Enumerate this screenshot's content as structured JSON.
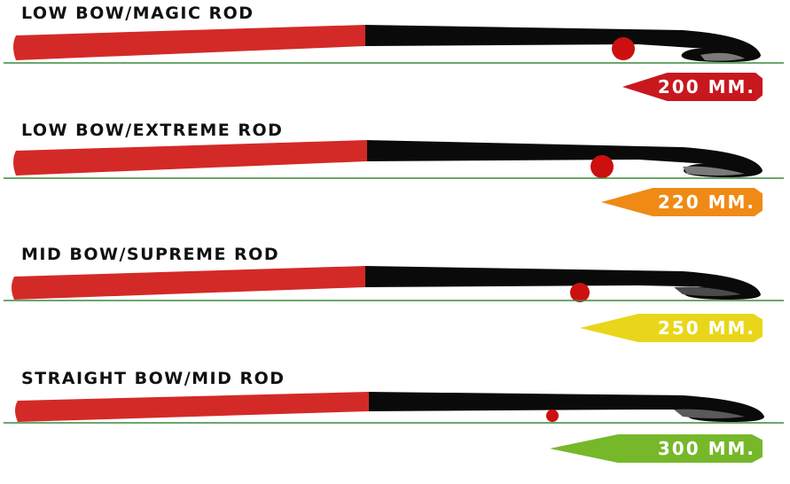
{
  "panels": [
    {
      "title": "LOW BOW/MAGIC ROD",
      "bow_label": "200 MM.",
      "badge_color": "#c9171e"
    },
    {
      "title": "LOW BOW/EXTREME ROD",
      "bow_label": "220 MM.",
      "badge_color": "#ef8a16"
    },
    {
      "title": "MID BOW/SUPREME ROD",
      "bow_label": "250 MM.",
      "badge_color": "#e9d61a"
    },
    {
      "title": "STRAIGHT BOW/MID ROD",
      "bow_label": "300 MM.",
      "badge_color": "#76b82a"
    }
  ],
  "colors": {
    "handle": "#d32a27",
    "shaft": "#0a0a0a",
    "ball": "#cc1010",
    "ground": "#3a8a3c",
    "hook": "#7a7a7a"
  }
}
